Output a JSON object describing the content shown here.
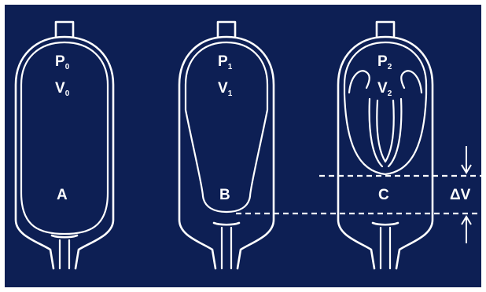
{
  "colors": {
    "background": "#0d1f54",
    "line": "#ffffff",
    "frame": "#ffffff"
  },
  "vessels": [
    {
      "id": "A",
      "label": "A",
      "pressure": {
        "letter": "P",
        "subscript": "0"
      },
      "volume": {
        "letter": "V",
        "subscript": "0"
      }
    },
    {
      "id": "B",
      "label": "B",
      "pressure": {
        "letter": "P",
        "subscript": "1"
      },
      "volume": {
        "letter": "V",
        "subscript": "1"
      }
    },
    {
      "id": "C",
      "label": "C",
      "pressure": {
        "letter": "P",
        "subscript": "2"
      },
      "volume": {
        "letter": "V",
        "subscript": "2"
      }
    }
  ],
  "delta_label": "ΔV"
}
